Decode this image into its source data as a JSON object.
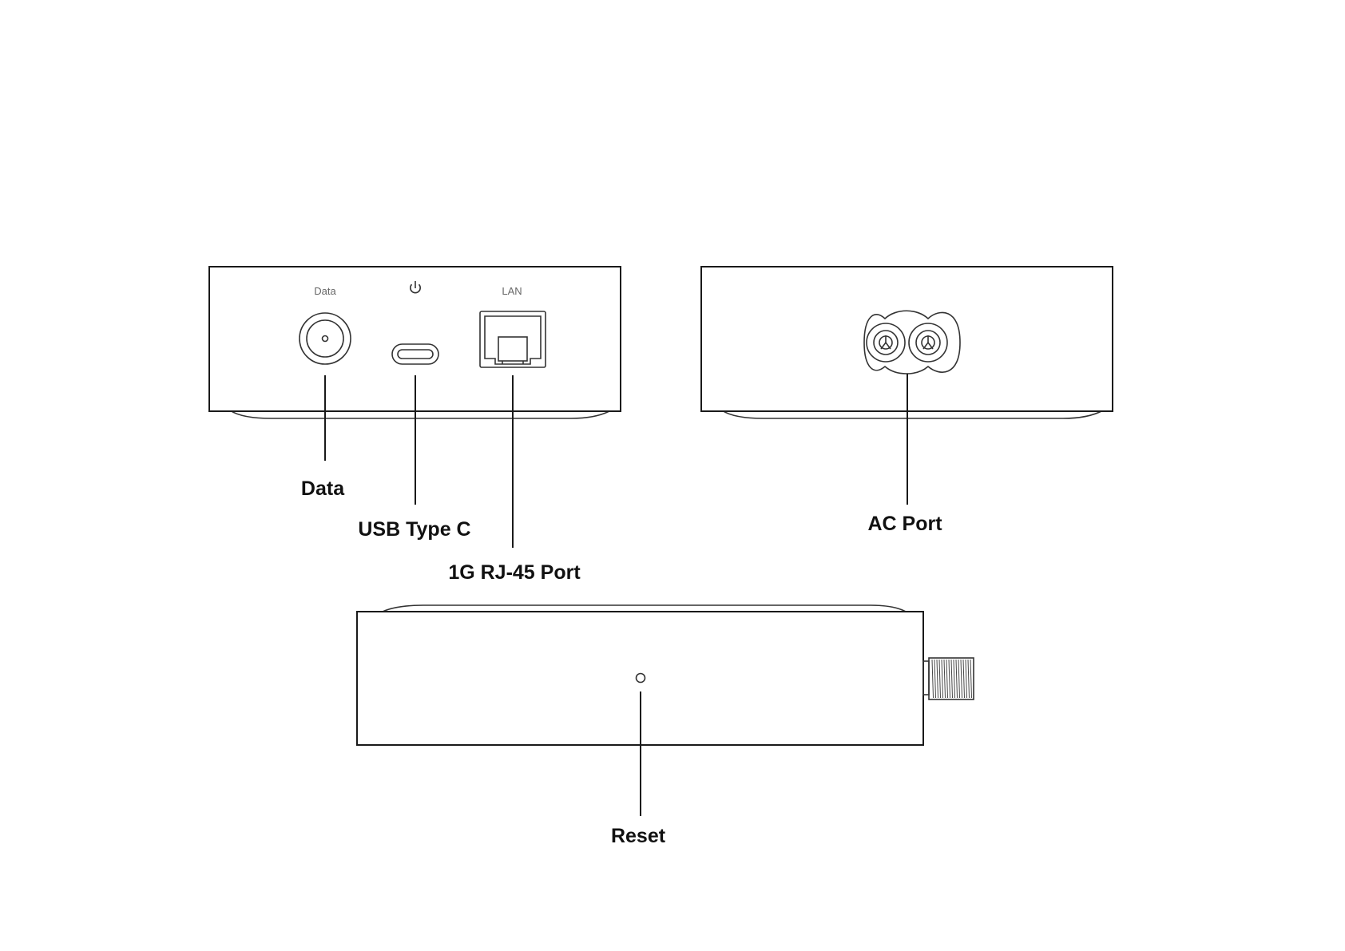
{
  "front_panel": {
    "printed_labels": {
      "data": "Data",
      "lan": "LAN"
    },
    "power_icon": "power-icon"
  },
  "callouts": {
    "data": "Data",
    "usb_type_c": "USB Type C",
    "rj45": "1G RJ-45 Port",
    "ac_port": "AC Port",
    "reset": "Reset"
  },
  "colors": {
    "line": "#1a1a1a",
    "background": "#ffffff"
  }
}
